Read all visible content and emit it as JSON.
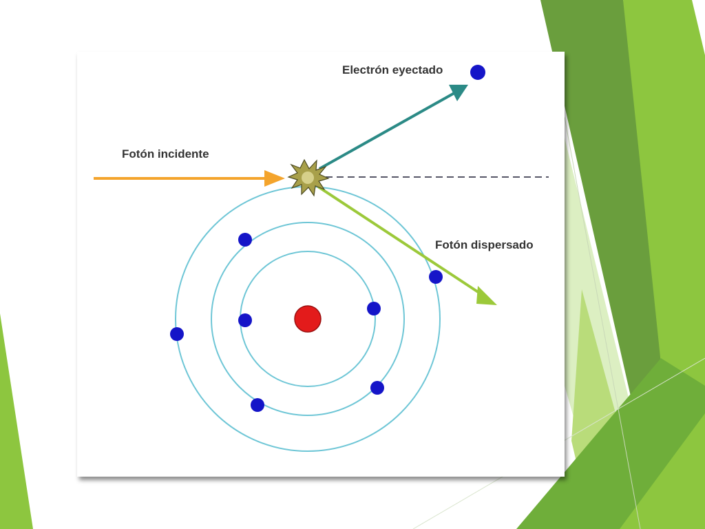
{
  "diagram": {
    "labels": {
      "ejected_electron": "Electrón eyectado",
      "incident_photon": "Fotón incidente",
      "scattered_photon": "Fotón dispersado"
    },
    "colors": {
      "orbit": "#6ec6d6",
      "electron": "#1515c8",
      "nucleus": "#e31b1b",
      "incident_arrow": "#f4a42c",
      "ejected_arrow": "#2b8a86",
      "scattered_arrow": "#9cc93a",
      "dashed_line": "#555566",
      "collision": "#a8a04a"
    }
  },
  "slide": {
    "accent_colors": [
      "#8dc63f",
      "#6a9e3d",
      "#b9dc7a",
      "#dcefc2"
    ]
  }
}
